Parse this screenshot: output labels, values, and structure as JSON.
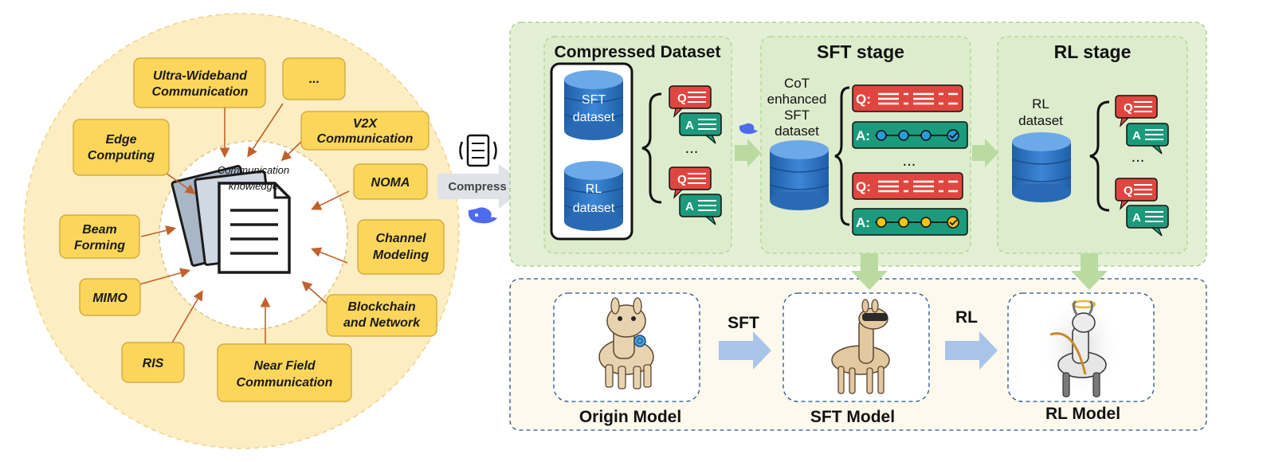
{
  "left_panel": {
    "center_label_line1": "Communication",
    "center_label_line2": "knowledge",
    "topics": [
      {
        "line1": "Ultra-Wideband",
        "line2": "Communication"
      },
      {
        "line1": "...",
        "line2": ""
      },
      {
        "line1": "Edge",
        "line2": "Computing"
      },
      {
        "line1": "V2X",
        "line2": "Communication"
      },
      {
        "line1": "NOMA",
        "line2": ""
      },
      {
        "line1": "Beam",
        "line2": "Forming"
      },
      {
        "line1": "Channel",
        "line2": "Modeling"
      },
      {
        "line1": "MIMO",
        "line2": ""
      },
      {
        "line1": "Blockchain",
        "line2": "and Network"
      },
      {
        "line1": "RIS",
        "line2": ""
      },
      {
        "line1": "Near Field",
        "line2": "Communication"
      }
    ]
  },
  "compress_label": "Compress",
  "compressed_dataset": {
    "title": "Compressed Dataset",
    "sft_line1": "SFT",
    "sft_line2": "dataset",
    "rl_line1": "RL",
    "rl_line2": "dataset",
    "ellipsis": "..."
  },
  "sft_stage": {
    "title": "SFT stage",
    "label_line1": "CoT",
    "label_line2": "enhanced",
    "label_line3": "SFT",
    "label_line4": "dataset",
    "q_prefix": "Q:",
    "a_prefix": "A:",
    "ellipsis": "..."
  },
  "rl_stage": {
    "title": "RL stage",
    "label_line1": "RL",
    "label_line2": "dataset",
    "ellipsis": "..."
  },
  "bubble_q": "Q",
  "bubble_a": "A",
  "models": {
    "origin": "Origin Model",
    "sft": "SFT Model",
    "rl": "RL Model",
    "arrow1_label": "SFT",
    "arrow2_label": "RL"
  },
  "colors": {
    "topic_fill": "#fbd65a",
    "outer_circle": "#fdedc2",
    "green_panel": "#e3f0d5",
    "bottom_panel": "#fdf9ec",
    "db_blue": "#2f74c0",
    "q_red": "#e0463f",
    "a_green": "#1c9a7c",
    "arrow_orange": "#c0612b",
    "arrow_green": "#b9dba0",
    "arrow_blue": "#a8c4e8"
  }
}
